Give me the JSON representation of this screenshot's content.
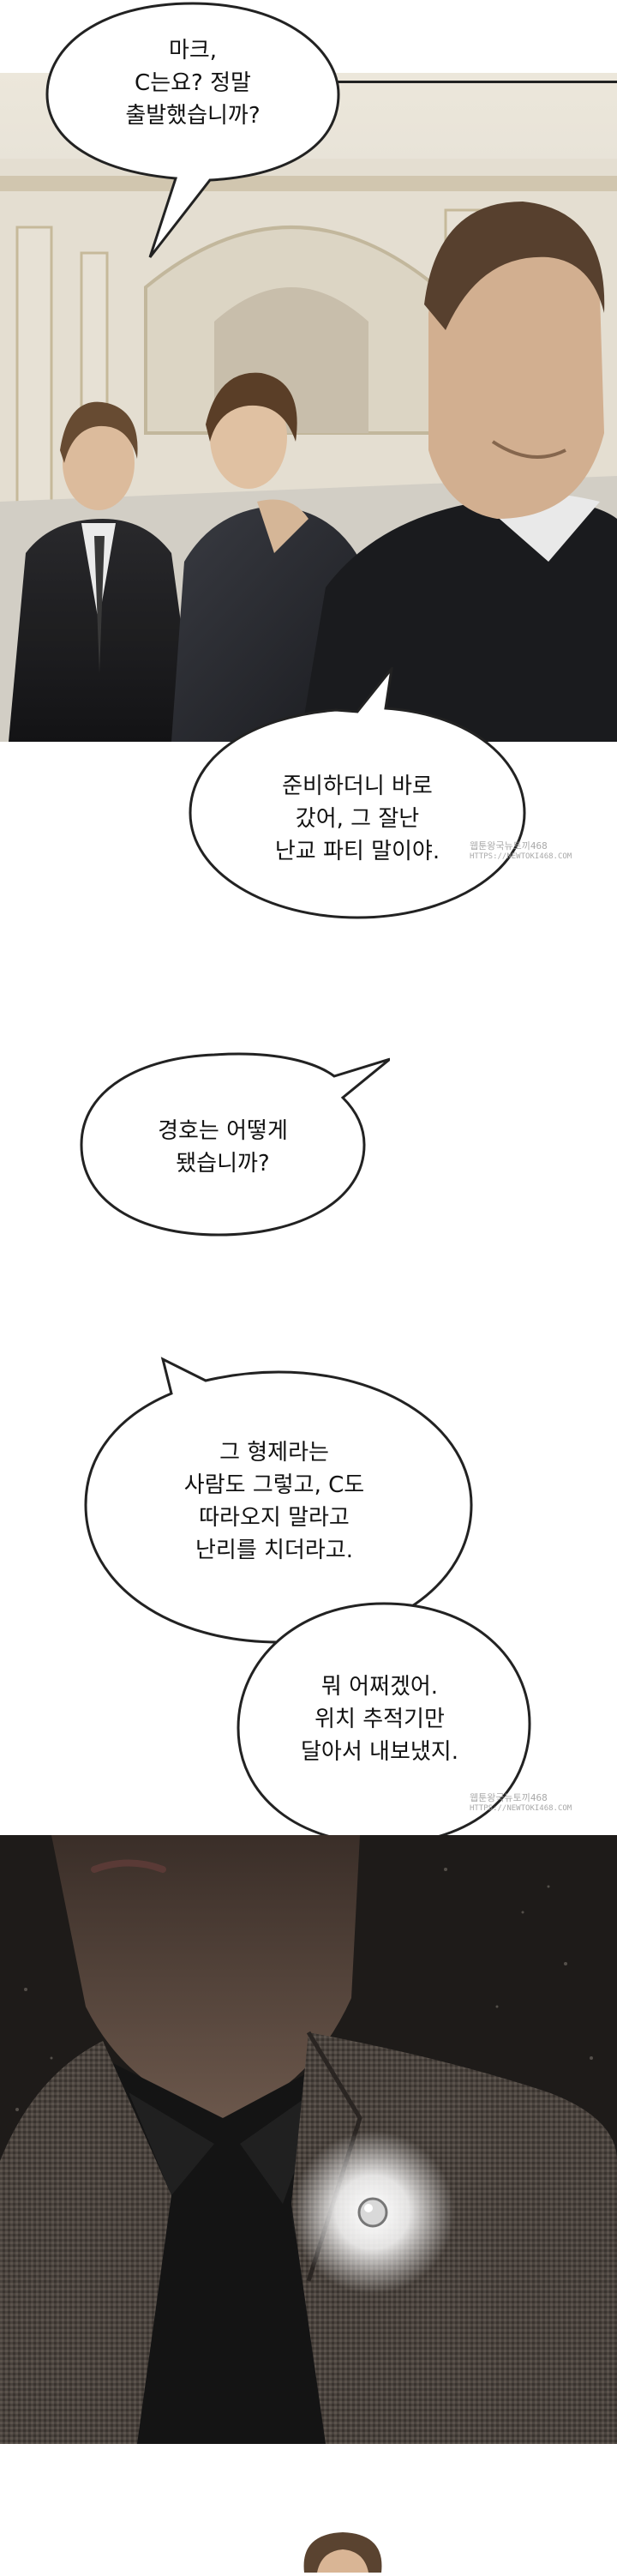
{
  "bubbles": {
    "b1": [
      "마크,",
      "C는요? 정말",
      "출발했습니까?"
    ],
    "b2": [
      "준비하더니 바로",
      "갔어, 그 잘난",
      "난교 파티 말이야."
    ],
    "b3": [
      "경호는 어떻게",
      "됐습니까?"
    ],
    "b4": [
      "그 형제라는",
      "사람도 그렇고, C도",
      "따라오지 말라고",
      "난리를 치더라고."
    ],
    "b5": [
      "뭐 어쩌겠어.",
      "위치 추적기만",
      "달아서 내보냈지."
    ]
  },
  "watermark": {
    "line1": "웹툰왕국뉴토끼468",
    "line2": "HTTPS://NEWTOKI468.COM"
  },
  "colors": {
    "ink": "#111111",
    "panel_bg_dark": "#1e1b19"
  }
}
